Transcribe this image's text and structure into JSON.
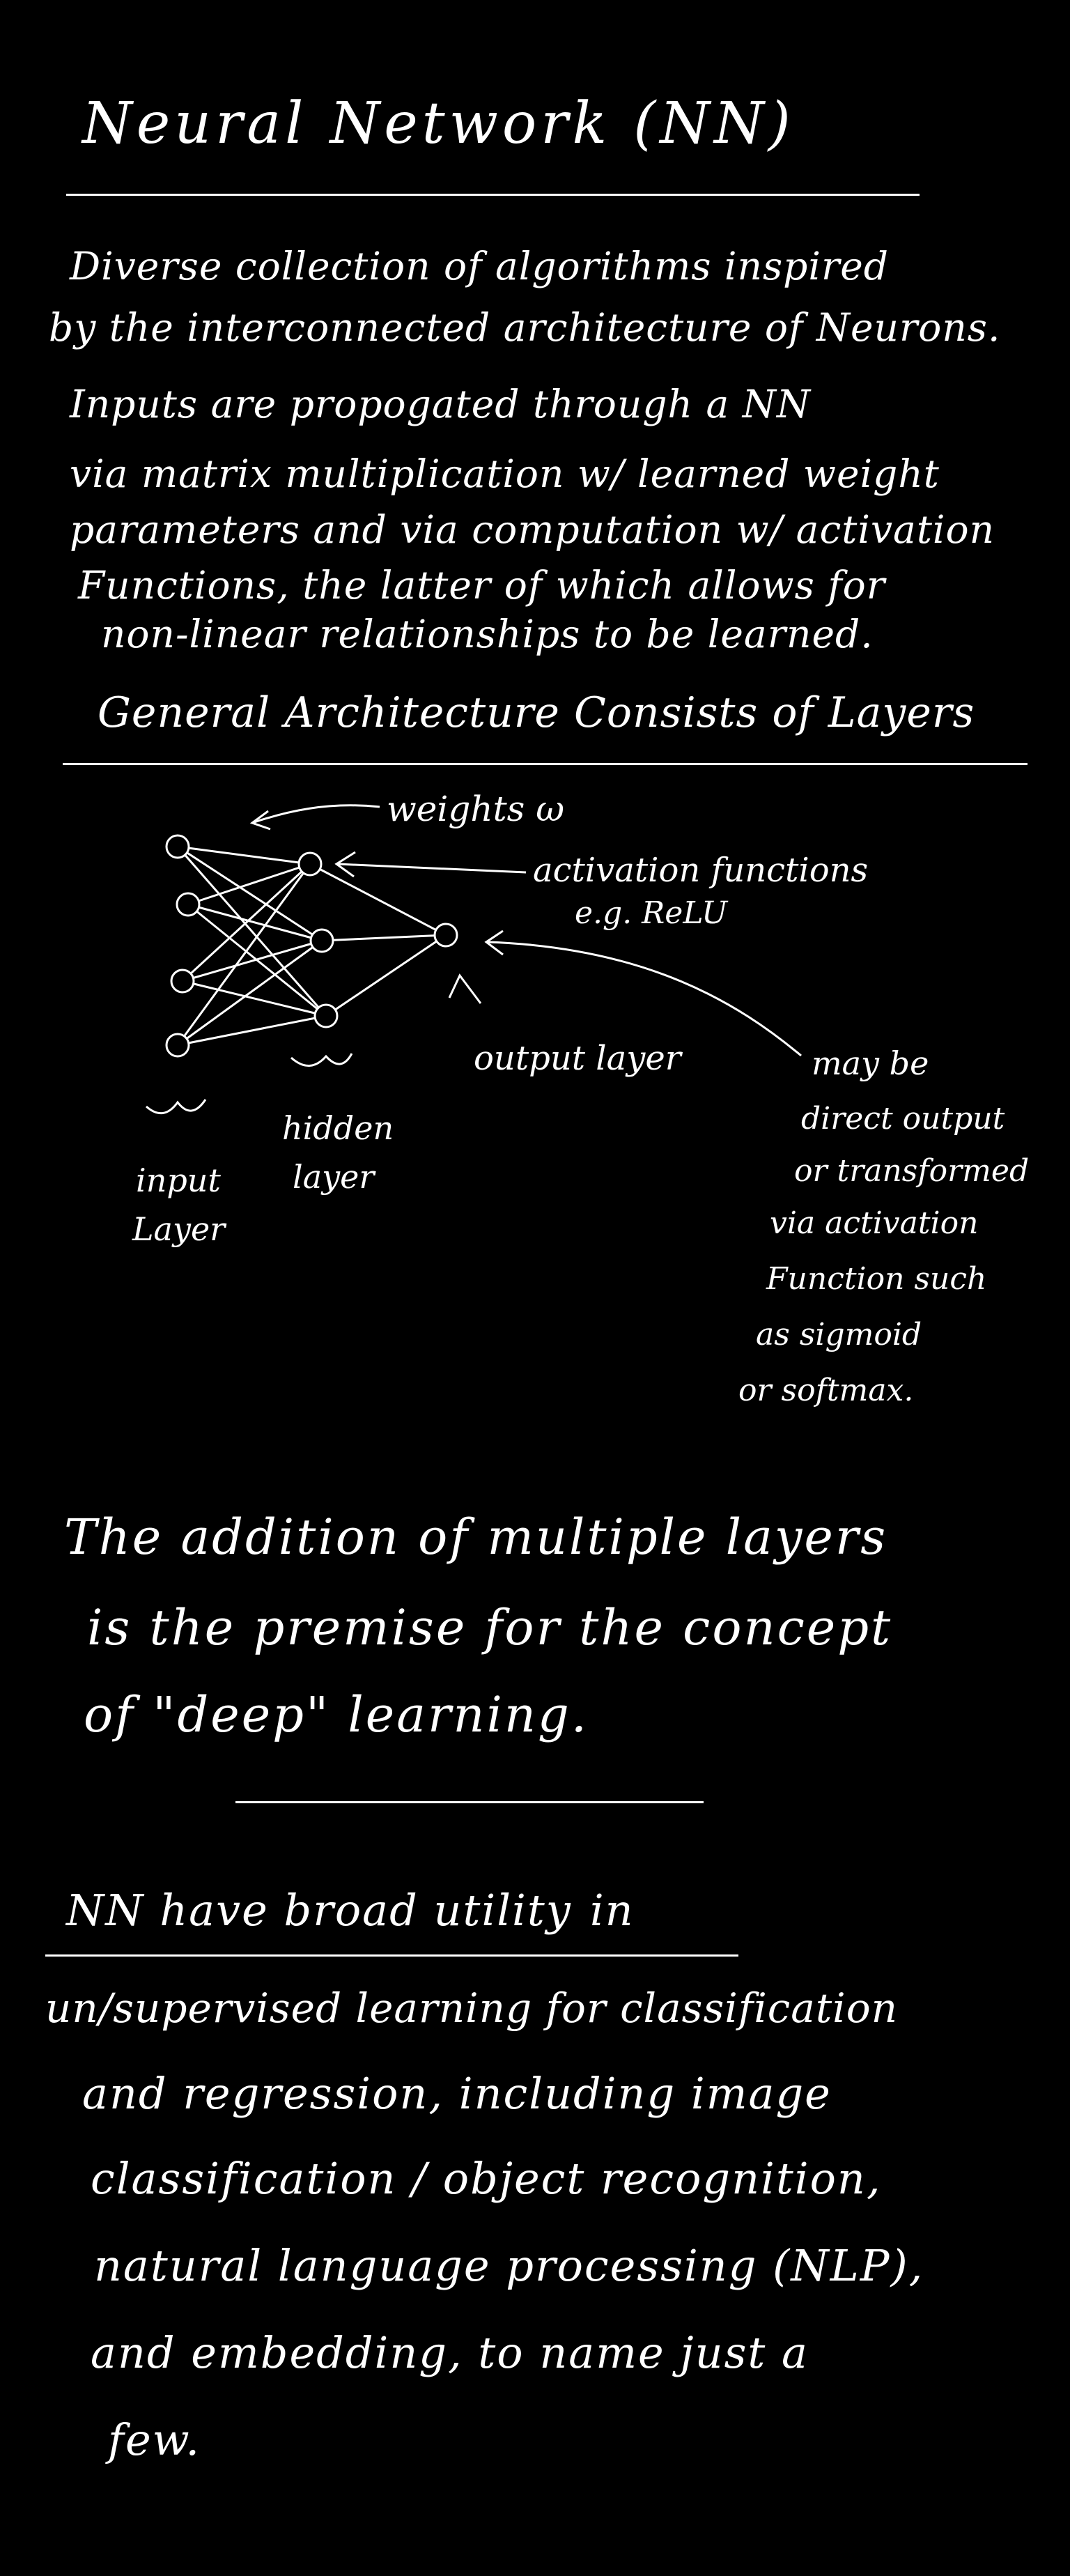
{
  "title": "Neural Network (NN)",
  "intro": {
    "lines": [
      "Diverse collection of algorithms inspired",
      "by the interconnected architecture of Neurons.",
      "Inputs are propogated through a NN",
      "via matrix multiplication w/ learned weight",
      "parameters and via computation w/ activation",
      "Functions, the latter of which allows for",
      "non-linear relationships to be learned."
    ]
  },
  "architecture_heading": "General Architecture Consists of Layers",
  "diagram": {
    "weights_label": "weights ω",
    "activation_label": "activation functions",
    "activation_example": "e.g. ReLU",
    "output_layer_label": "output layer",
    "input_layer_label_1": "input",
    "input_layer_label_2": "Layer",
    "hidden_layer_label_1": "hidden",
    "hidden_layer_label_2": "layer",
    "output_note": [
      "may be",
      "direct output",
      "or transformed",
      "via activation",
      "Function such",
      "as sigmoid",
      "or softmax."
    ]
  },
  "deep": {
    "line1": "The addition of multiple layers",
    "line2": "is the premise for the concept",
    "line3_prefix": "of \"",
    "line3_highlight": "deep\" learning",
    "line3_suffix": "."
  },
  "utility": {
    "heading": "NN have broad utility",
    "heading_suffix": "in",
    "lines": [
      "un/supervised learning for classification",
      "and regression, including image",
      "classification / object recognition,",
      "natural language processing (NLP),",
      "and embedding, to name just a",
      "few."
    ]
  }
}
